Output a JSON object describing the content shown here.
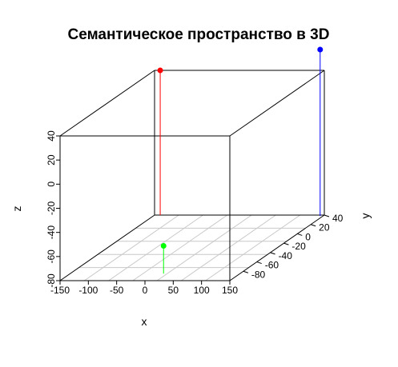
{
  "chart_data": {
    "type": "scatter3d",
    "title": "Семантическое пространство в 3D",
    "xlabel": "x",
    "ylabel": "y",
    "zlabel": "z",
    "xlim": [
      -150,
      150
    ],
    "ylim": [
      -100,
      40
    ],
    "zlim": [
      -80,
      40
    ],
    "xticks": [
      "-150",
      "-100",
      "-50",
      "0",
      "50",
      "100",
      "150"
    ],
    "yticks": [
      "-80",
      "-60",
      "-40",
      "-20",
      "0",
      "20",
      "40"
    ],
    "zticks": [
      "-80",
      "-60",
      "-40",
      "-20",
      "0",
      "20",
      "40"
    ],
    "grid": true,
    "points": [
      {
        "x": -140,
        "y": 40,
        "z": 40,
        "color": "#ff0000"
      },
      {
        "x": 145,
        "y": 38,
        "z": 58,
        "color": "#0000ff"
      },
      {
        "x": 15,
        "y": -85,
        "z": -57,
        "color": "#00ff00"
      }
    ]
  }
}
